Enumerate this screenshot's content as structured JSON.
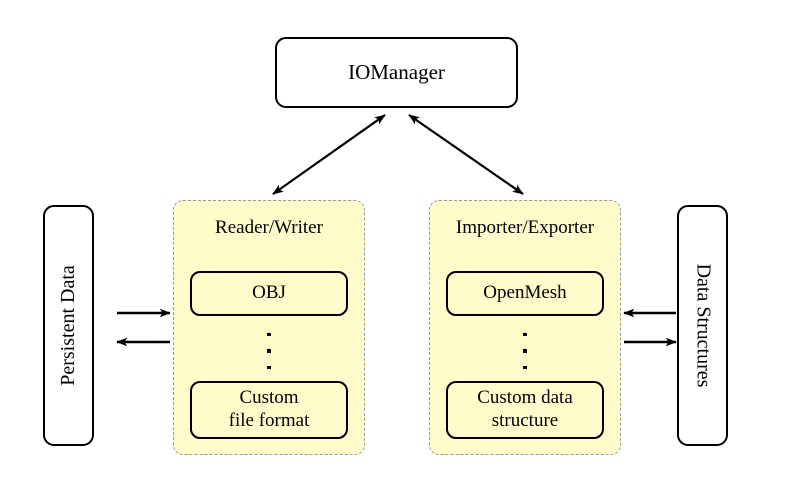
{
  "diagram": {
    "type": "architecture-block-diagram",
    "background": "#ffffff",
    "panel_fill": "#fffccc",
    "panel_border": "#9a9a9a",
    "line_color": "#000000",
    "manager": {
      "label": "IOManager"
    },
    "left_store": {
      "label": "Persistent Data",
      "orientation": "vertical-up"
    },
    "right_store": {
      "label": "Data Structures",
      "orientation": "vertical-down"
    },
    "panels": [
      {
        "title": "Reader/Writer",
        "items": [
          {
            "label": "OBJ"
          },
          {
            "label": "Custom\nfile format",
            "line1": "Custom",
            "line2": "file format"
          }
        ],
        "ellipsis": "⋮"
      },
      {
        "title": "Importer/Exporter",
        "items": [
          {
            "label": "OpenMesh"
          },
          {
            "label": "Custom data\nstructure",
            "line1": "Custom data",
            "line2": "structure"
          }
        ],
        "ellipsis": "⋮"
      }
    ],
    "connections": [
      {
        "name": "manager-to-reader-writer",
        "style": "double-headed-diagonal"
      },
      {
        "name": "manager-to-importer-exporter",
        "style": "double-headed-diagonal"
      },
      {
        "name": "persistent-data-to-reader-writer",
        "style": "single-arrow-right"
      },
      {
        "name": "reader-writer-to-persistent-data",
        "style": "single-arrow-left"
      },
      {
        "name": "data-structures-to-importer-exporter",
        "style": "single-arrow-left"
      },
      {
        "name": "importer-exporter-to-data-structures",
        "style": "single-arrow-right"
      }
    ]
  }
}
